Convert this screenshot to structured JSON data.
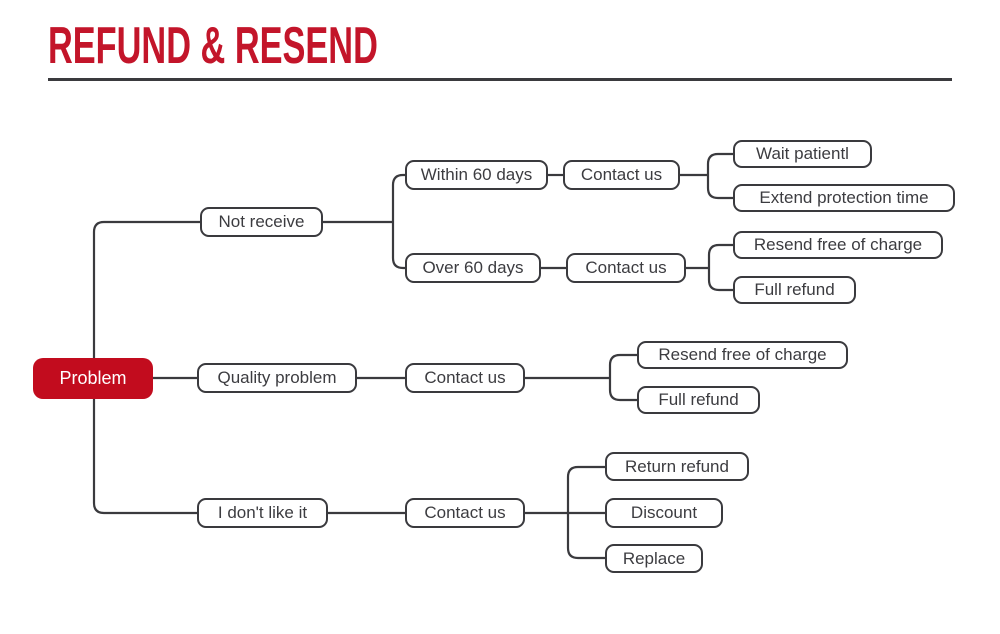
{
  "title": "REFUND & RESEND",
  "colors": {
    "accent_red": "#c20c1e",
    "title_red": "#c3152a",
    "line": "#3a3a3e",
    "node_text": "#3c3c40"
  },
  "tree": {
    "root": {
      "label": "Problem"
    },
    "branches": [
      {
        "label": "Not receive",
        "children": [
          {
            "label": "Within 60 days",
            "next": "Contact us",
            "outcomes": [
              "Wait patientl",
              "Extend protection time"
            ]
          },
          {
            "label": "Over 60 days",
            "next": "Contact us",
            "outcomes": [
              "Resend free of charge",
              "Full refund"
            ]
          }
        ]
      },
      {
        "label": "Quality problem",
        "next": "Contact us",
        "outcomes": [
          "Resend free of charge",
          "Full refund"
        ]
      },
      {
        "label": "I don't like it",
        "next": "Contact us",
        "outcomes": [
          "Return refund",
          "Discount",
          "Replace"
        ]
      }
    ]
  }
}
